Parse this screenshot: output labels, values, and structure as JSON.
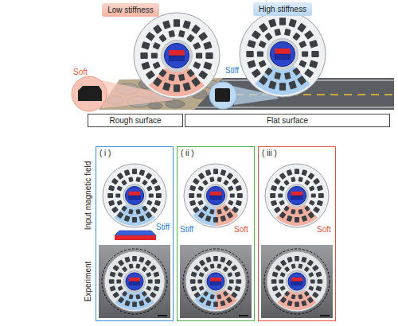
{
  "diagram": {
    "nodes": [
      {
        "text": [
          "Low stiffness"
        ]
      },
      {
        "text": [
          "High stiffness"
        ]
      },
      {
        "text": [
          "Rough surface"
        ]
      },
      {
        "text": [
          "Flat surface"
        ]
      },
      {
        "text": [
          "( i )"
        ]
      },
      {
        "text": [
          "( ii )"
        ]
      },
      {
        "text": [
          "( iii )"
        ]
      }
    ],
    "labels": [
      "Soft",
      "Stiff",
      "Input magnetic field",
      "Experiment",
      "Stiff",
      "Stiff",
      "Soft",
      "Soft"
    ]
  }
}
